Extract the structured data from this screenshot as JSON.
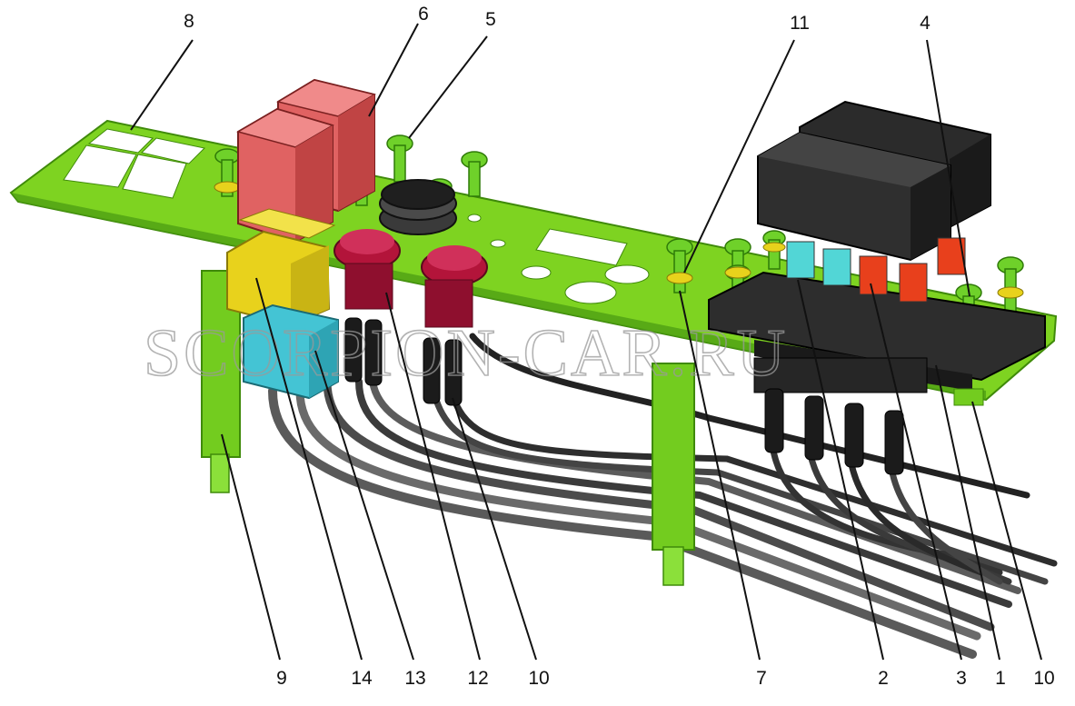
{
  "watermark": "SCORPION-CAR.RU",
  "callouts": [
    {
      "label": "8"
    },
    {
      "label": "6"
    },
    {
      "label": "5"
    },
    {
      "label": "11"
    },
    {
      "label": "4"
    },
    {
      "label": "9"
    },
    {
      "label": "14"
    },
    {
      "label": "13"
    },
    {
      "label": "12"
    },
    {
      "label": "10"
    },
    {
      "label": "7"
    },
    {
      "label": "2"
    },
    {
      "label": "3"
    },
    {
      "label": "1"
    },
    {
      "label": "10"
    }
  ],
  "colors": {
    "plate": "#7ed321",
    "plate_edge": "#3f8a0a",
    "relay_red": "#e06262",
    "relay_black": "#2b2b2b",
    "yellow_block": "#e8d21c",
    "cyan_block": "#44c4d4",
    "button_red": "#b3143a",
    "fuse_red": "#e8401c",
    "fuse_cyan": "#52d6d6",
    "wire": "#555555"
  }
}
